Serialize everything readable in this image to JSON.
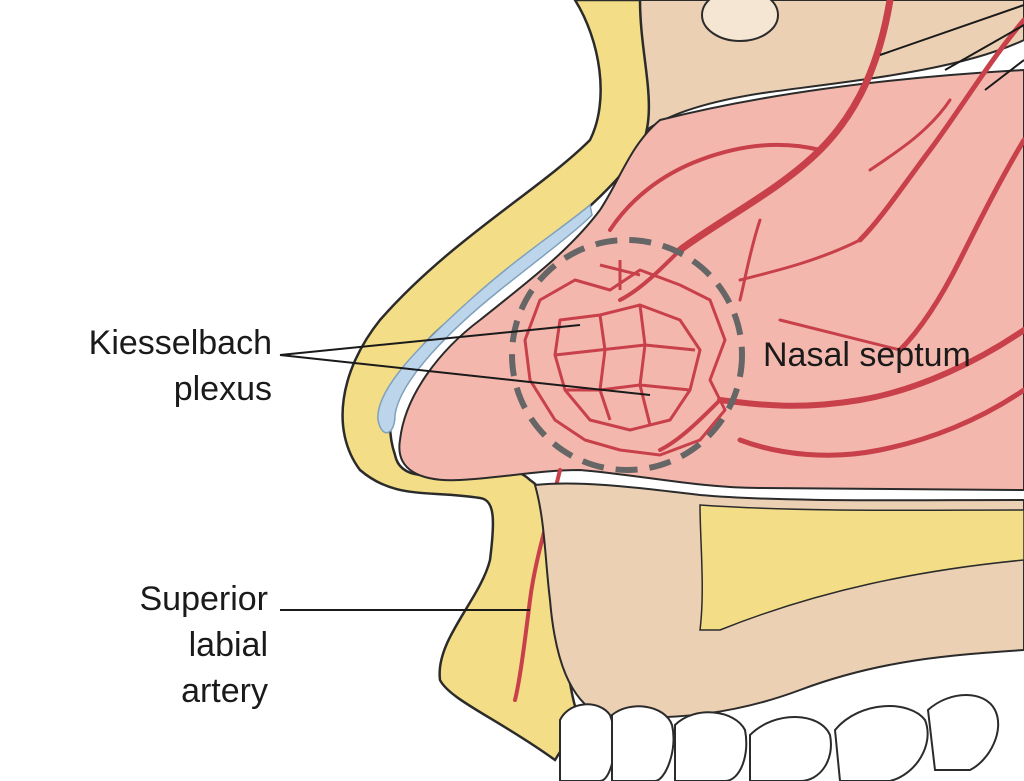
{
  "labels": {
    "kiesselbach_line1": "Kiesselbach",
    "kiesselbach_line2": "plexus",
    "nasal_septum": "Nasal septum",
    "superior_line1": "Superior",
    "superior_line2": "labial",
    "superior_line3": "artery"
  },
  "colors": {
    "skin": "#f3dd86",
    "skin_outline": "#2b2b2b",
    "mucosa": "#f4b7ad",
    "bone": "#ecd0b4",
    "vessel": "#c8404a",
    "cartilage_blue": "#bcd5ea",
    "dashed_circle": "#666666",
    "teeth": "#ffffff"
  }
}
